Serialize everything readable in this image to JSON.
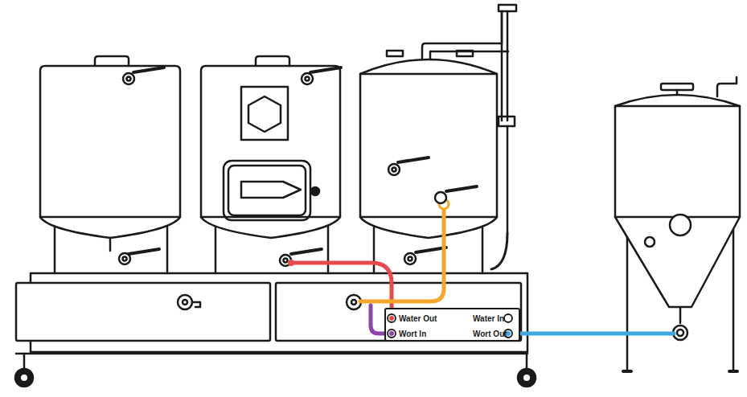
{
  "diagram": {
    "nodes": [
      {
        "text": [
          "Water Out",
          "Water In",
          "Wort In",
          "Wort Out"
        ]
      }
    ]
  }
}
